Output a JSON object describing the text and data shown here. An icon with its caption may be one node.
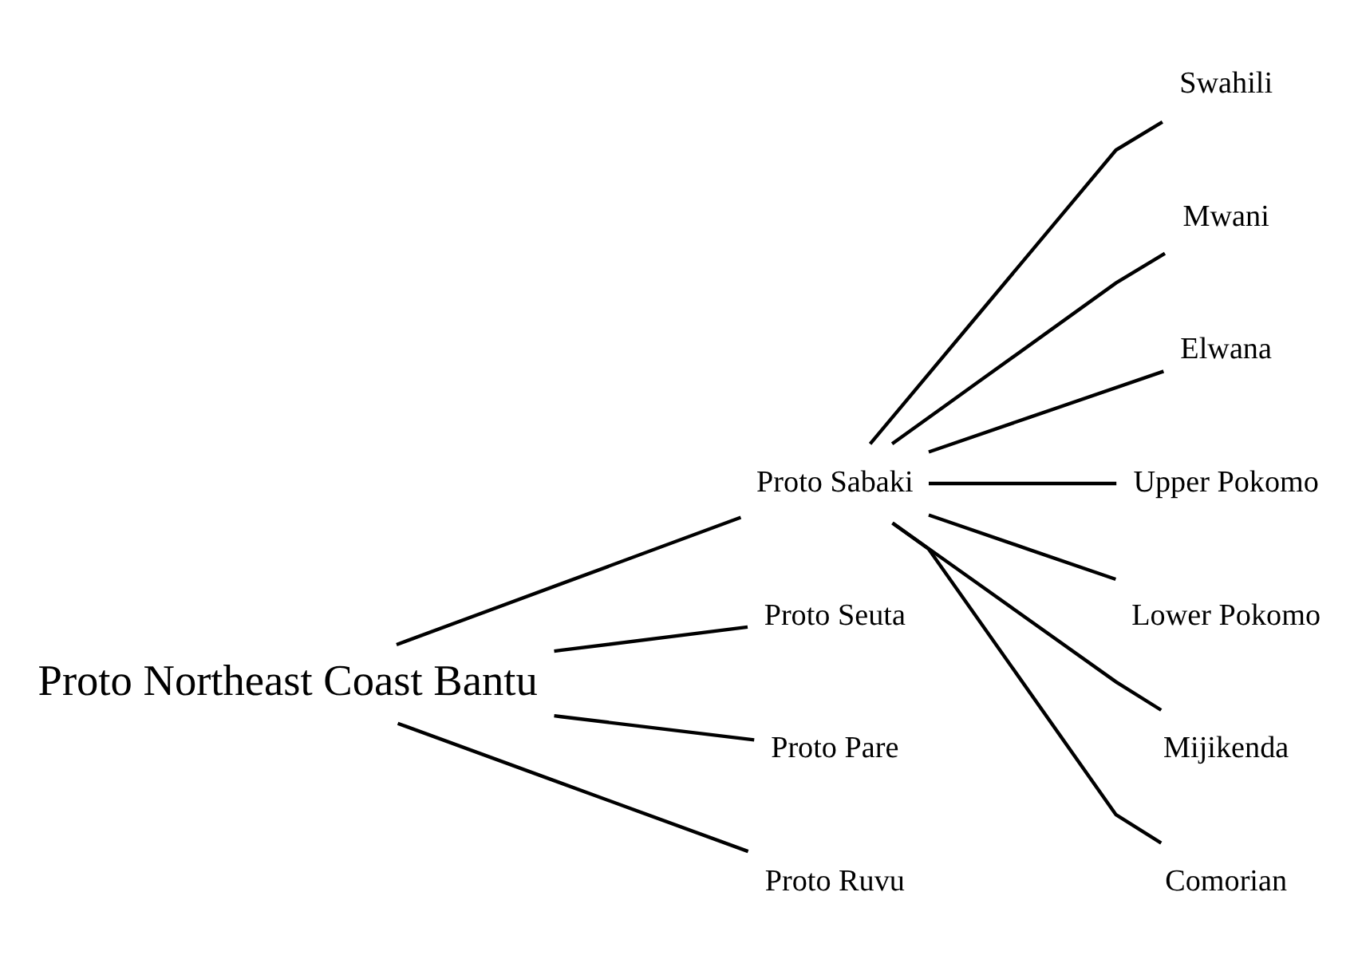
{
  "diagram": {
    "nodes": [
      {
        "text": [
          "Proto Northeast Coast Bantu"
        ]
      },
      {
        "text": [
          "Proto Sabaki"
        ]
      },
      {
        "text": [
          "Proto Seuta"
        ]
      },
      {
        "text": [
          "Proto Pare"
        ]
      },
      {
        "text": [
          "Proto Ruvu"
        ]
      },
      {
        "text": [
          "Swahili"
        ]
      },
      {
        "text": [
          "Mwani"
        ]
      },
      {
        "text": [
          "Elwana"
        ]
      },
      {
        "text": [
          "Upper Pokomo"
        ]
      },
      {
        "text": [
          "Lower Pokomo"
        ]
      },
      {
        "text": [
          "Mijikenda"
        ]
      },
      {
        "text": [
          "Comorian"
        ]
      }
    ],
    "edges": [
      {
        "from": 0,
        "to": 1,
        "arrow": "none"
      },
      {
        "from": 0,
        "to": 2,
        "arrow": "none"
      },
      {
        "from": 0,
        "to": 3,
        "arrow": "none"
      },
      {
        "from": 0,
        "to": 4,
        "arrow": "none"
      },
      {
        "from": 1,
        "to": 5,
        "arrow": "none"
      },
      {
        "from": 1,
        "to": 6,
        "arrow": "none"
      },
      {
        "from": 1,
        "to": 7,
        "arrow": "none"
      },
      {
        "from": 1,
        "to": 8,
        "arrow": "none"
      },
      {
        "from": 1,
        "to": 9,
        "arrow": "none"
      },
      {
        "from": 1,
        "to": 10,
        "arrow": "none"
      },
      {
        "from": 1,
        "to": 11,
        "arrow": "none"
      }
    ]
  }
}
